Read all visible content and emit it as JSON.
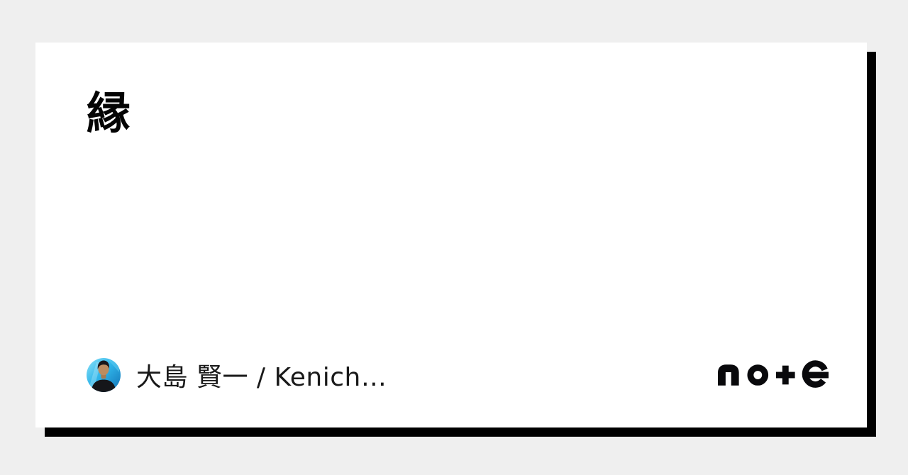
{
  "card": {
    "title": "縁",
    "author": {
      "name": "大島 賢一 / Kenich…"
    },
    "brand": {
      "logo_text": "note"
    }
  },
  "icons": {
    "avatar": "user-profile-photo",
    "note_logo": "note-wordmark-no-plus-e"
  },
  "colors": {
    "page_background": "#efefef",
    "card_background": "#ffffff",
    "card_shadow": "#000000",
    "title_text": "#040404",
    "author_text": "#191919",
    "logo": "#09090c",
    "avatar_background": "#30b5ea",
    "avatar_shirt": "#15161a",
    "avatar_skin": "#bc8c60"
  }
}
